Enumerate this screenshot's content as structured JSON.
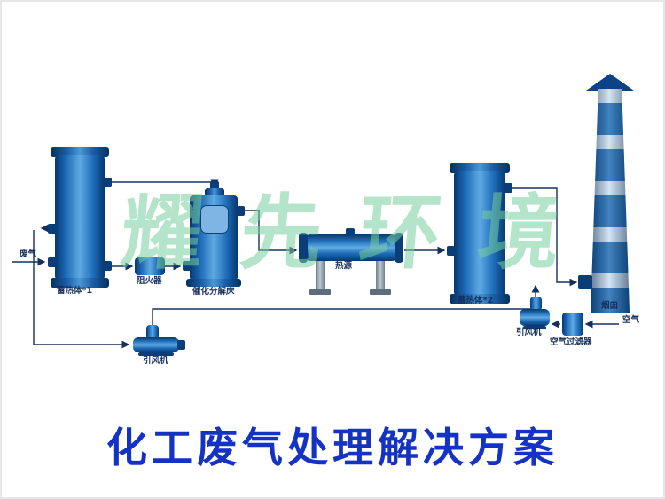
{
  "watermark": "耀先环境",
  "title": "化工废气处理解决方案",
  "equipment": {
    "regenerator1": {
      "label": "蓄热体*1"
    },
    "flame_arrester": {
      "label": "阻火器"
    },
    "catalytic_bed": {
      "label": "催化分解床"
    },
    "heat_source": {
      "label": "热源"
    },
    "regenerator2": {
      "label": "蓄热体*2"
    },
    "fan_left": {
      "label": "引风机"
    },
    "fan_right": {
      "label": "引风机"
    },
    "air_filter": {
      "label": "空气过滤器"
    },
    "chimney": {
      "label": "烟囱"
    }
  },
  "streams": {
    "waste_gas": {
      "label": "废气"
    },
    "air": {
      "label": "空气"
    }
  },
  "colors": {
    "vessel_blue_dark": "#06386e",
    "vessel_blue_mid": "#1d6ab8",
    "vessel_blue_light": "#5fa9e2",
    "pipe": "#16305e",
    "title_blue": "#1433c4",
    "watermark_green": "#76cd9d",
    "chimney_band_light": "#c9def0",
    "chimney_band_dark": "#1767b2"
  }
}
